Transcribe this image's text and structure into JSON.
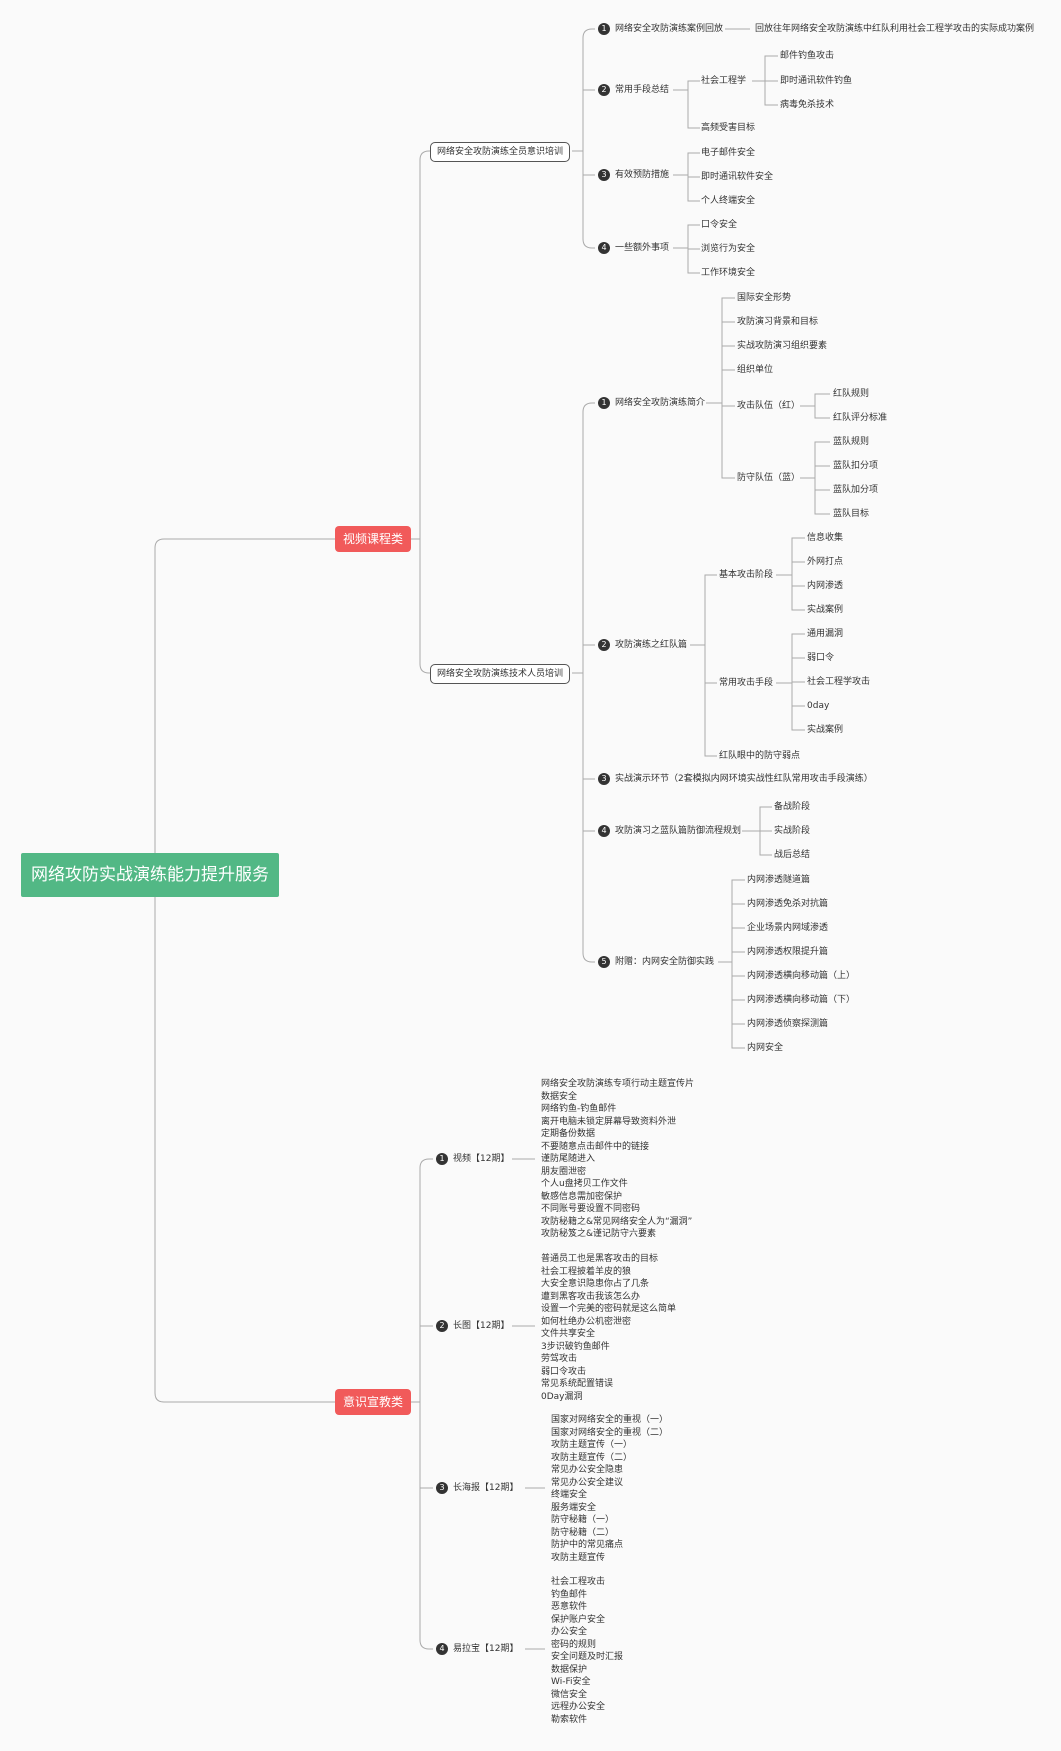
{
  "root": "网络攻防实战演练能力提升服务",
  "categories": {
    "video": "视频课程类",
    "awareness": "意识宣教类"
  },
  "video": {
    "course1": {
      "title": "网络安全攻防演练全员意识培训",
      "items": [
        {
          "num": "1",
          "label": "网络安全攻防演练案例回放",
          "children": [
            "回放往年网络安全攻防演练中红队利用社会工程学攻击的实际成功案例"
          ]
        },
        {
          "num": "2",
          "label": "常用手段总结",
          "groups": [
            {
              "label": "社会工程学",
              "children": [
                "邮件钓鱼攻击",
                "即时通讯软件钓鱼",
                "病毒免杀技术"
              ]
            },
            {
              "label": "高频受害目标"
            }
          ]
        },
        {
          "num": "3",
          "label": "有效预防措施",
          "children": [
            "电子邮件安全",
            "即时通讯软件安全",
            "个人终端安全"
          ]
        },
        {
          "num": "4",
          "label": "一些额外事项",
          "children": [
            "口令安全",
            "浏览行为安全",
            "工作环境安全"
          ]
        }
      ]
    },
    "course2": {
      "title": "网络安全攻防演练技术人员培训",
      "intro": {
        "num": "1",
        "label": "网络安全攻防演练简介",
        "children": [
          "国际安全形势",
          "攻防演习背景和目标",
          "实战攻防演习组织要素",
          "组织单位"
        ],
        "red": {
          "label": "攻击队伍（红）",
          "children": [
            "红队规则",
            "红队评分标准"
          ]
        },
        "blue": {
          "label": "防守队伍（蓝）",
          "children": [
            "蓝队规则",
            "蓝队扣分项",
            "蓝队加分项",
            "蓝队目标"
          ]
        }
      },
      "redteam": {
        "num": "2",
        "label": "攻防演练之红队篇",
        "basic": {
          "label": "基本攻击阶段",
          "children": [
            "信息收集",
            "外网打点",
            "内网渗透",
            "实战案例"
          ]
        },
        "common": {
          "label": "常用攻击手段",
          "children": [
            "通用漏洞",
            "弱口令",
            "社会工程学攻击",
            "0day",
            "实战案例"
          ]
        },
        "weak": "红队眼中的防守弱点"
      },
      "demo": {
        "num": "3",
        "label": "实战演示环节（2套模拟内网环境实战性红队常用攻击手段演练）"
      },
      "blueteam": {
        "num": "4",
        "label": "攻防演习之蓝队篇防御流程规划",
        "children": [
          "备战阶段",
          "实战阶段",
          "战后总结"
        ]
      },
      "appendix": {
        "num": "5",
        "label": "附赠：内网安全防御实践",
        "children": [
          "内网渗透隧道篇",
          "内网渗透免杀对抗篇",
          "企业场景内网域渗透",
          "内网渗透权限提升篇",
          "内网渗透横向移动篇（上）",
          "内网渗透横向移动篇（下）",
          "内网渗透侦察探测篇",
          "内网安全"
        ]
      }
    }
  },
  "awareness": {
    "items": [
      {
        "num": "1",
        "label": "视频【12期】",
        "lines": [
          "网络安全攻防演练专项行动主题宣传片",
          "数据安全",
          "网络钓鱼-钓鱼邮件",
          "离开电脑未锁定屏幕导致资料外泄",
          "定期备份数据",
          "不要随意点击邮件中的链接",
          "谨防尾随进入",
          "朋友圈泄密",
          "个人u盘拷贝工作文件",
          "敏感信息需加密保护",
          "不同账号要设置不同密码",
          "攻防秘籍之&常见网络安全人为“漏洞”",
          "攻防秘笈之&谨记防守六要素"
        ]
      },
      {
        "num": "2",
        "label": "长图【12期】",
        "lines": [
          "普通员工也是黑客攻击的目标",
          "社会工程披着羊皮的狼",
          "大安全意识隐患你占了几条",
          "遭到黑客攻击我该怎么办",
          "设置一个完美的密码就是这么简单",
          "如何杜绝办公机密泄密",
          "文件共享安全",
          "3步识破钓鱼邮件",
          "劳驾攻击",
          "弱口令攻击",
          "常见系统配置错误",
          "0Day漏洞"
        ]
      },
      {
        "num": "3",
        "label": "长海报【12期】",
        "lines": [
          "国家对网络安全的重视（一）",
          "国家对网络安全的重视（二）",
          "攻防主题宣传（一）",
          "攻防主题宣传（二）",
          "常见办公安全隐患",
          "常见办公安全建议",
          "终端安全",
          "服务端安全",
          "防守秘籍（一）",
          "防守秘籍（二）",
          "防护中的常见痛点",
          "攻防主题宣传"
        ]
      },
      {
        "num": "4",
        "label": "易拉宝【12期】",
        "lines": [
          "社会工程攻击",
          "钓鱼邮件",
          "恶意软件",
          "保护账户安全",
          "办公安全",
          "密码的规则",
          "安全问题及时汇报",
          "数据保护",
          "Wi-Fi安全",
          "微信安全",
          "远程办公安全",
          "勒索软件"
        ]
      }
    ]
  }
}
